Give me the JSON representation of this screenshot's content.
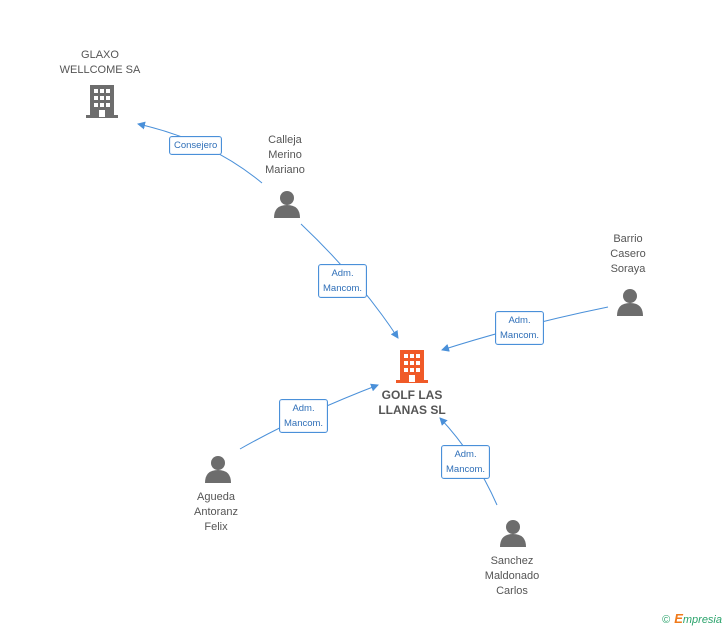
{
  "nodes": {
    "glaxo": "GLAXO\nWELLCOME SA",
    "calleja": "Calleja\nMerino\nMariano",
    "barrio": "Barrio\nCasero\nSoraya",
    "golf": "GOLF LAS\nLLANAS SL",
    "agueda": "Agueda\nAntoranz\nFelix",
    "sanchez": "Sanchez\nMaldonado\nCarlos"
  },
  "edges": {
    "consejero": "Consejero",
    "calleja_golf": "Adm.\nMancom.",
    "barrio_golf": "Adm.\nMancom.",
    "agueda_golf": "Adm.\nMancom.",
    "sanchez_golf": "Adm.\nMancom."
  },
  "colors": {
    "company_grey": "#6d6d6d",
    "company_center": "#f05a28",
    "person": "#6d6d6d",
    "edge": "#4a90d9"
  },
  "footer": {
    "copyright": "©",
    "brand_initial": "E",
    "brand_rest": "mpresia"
  }
}
